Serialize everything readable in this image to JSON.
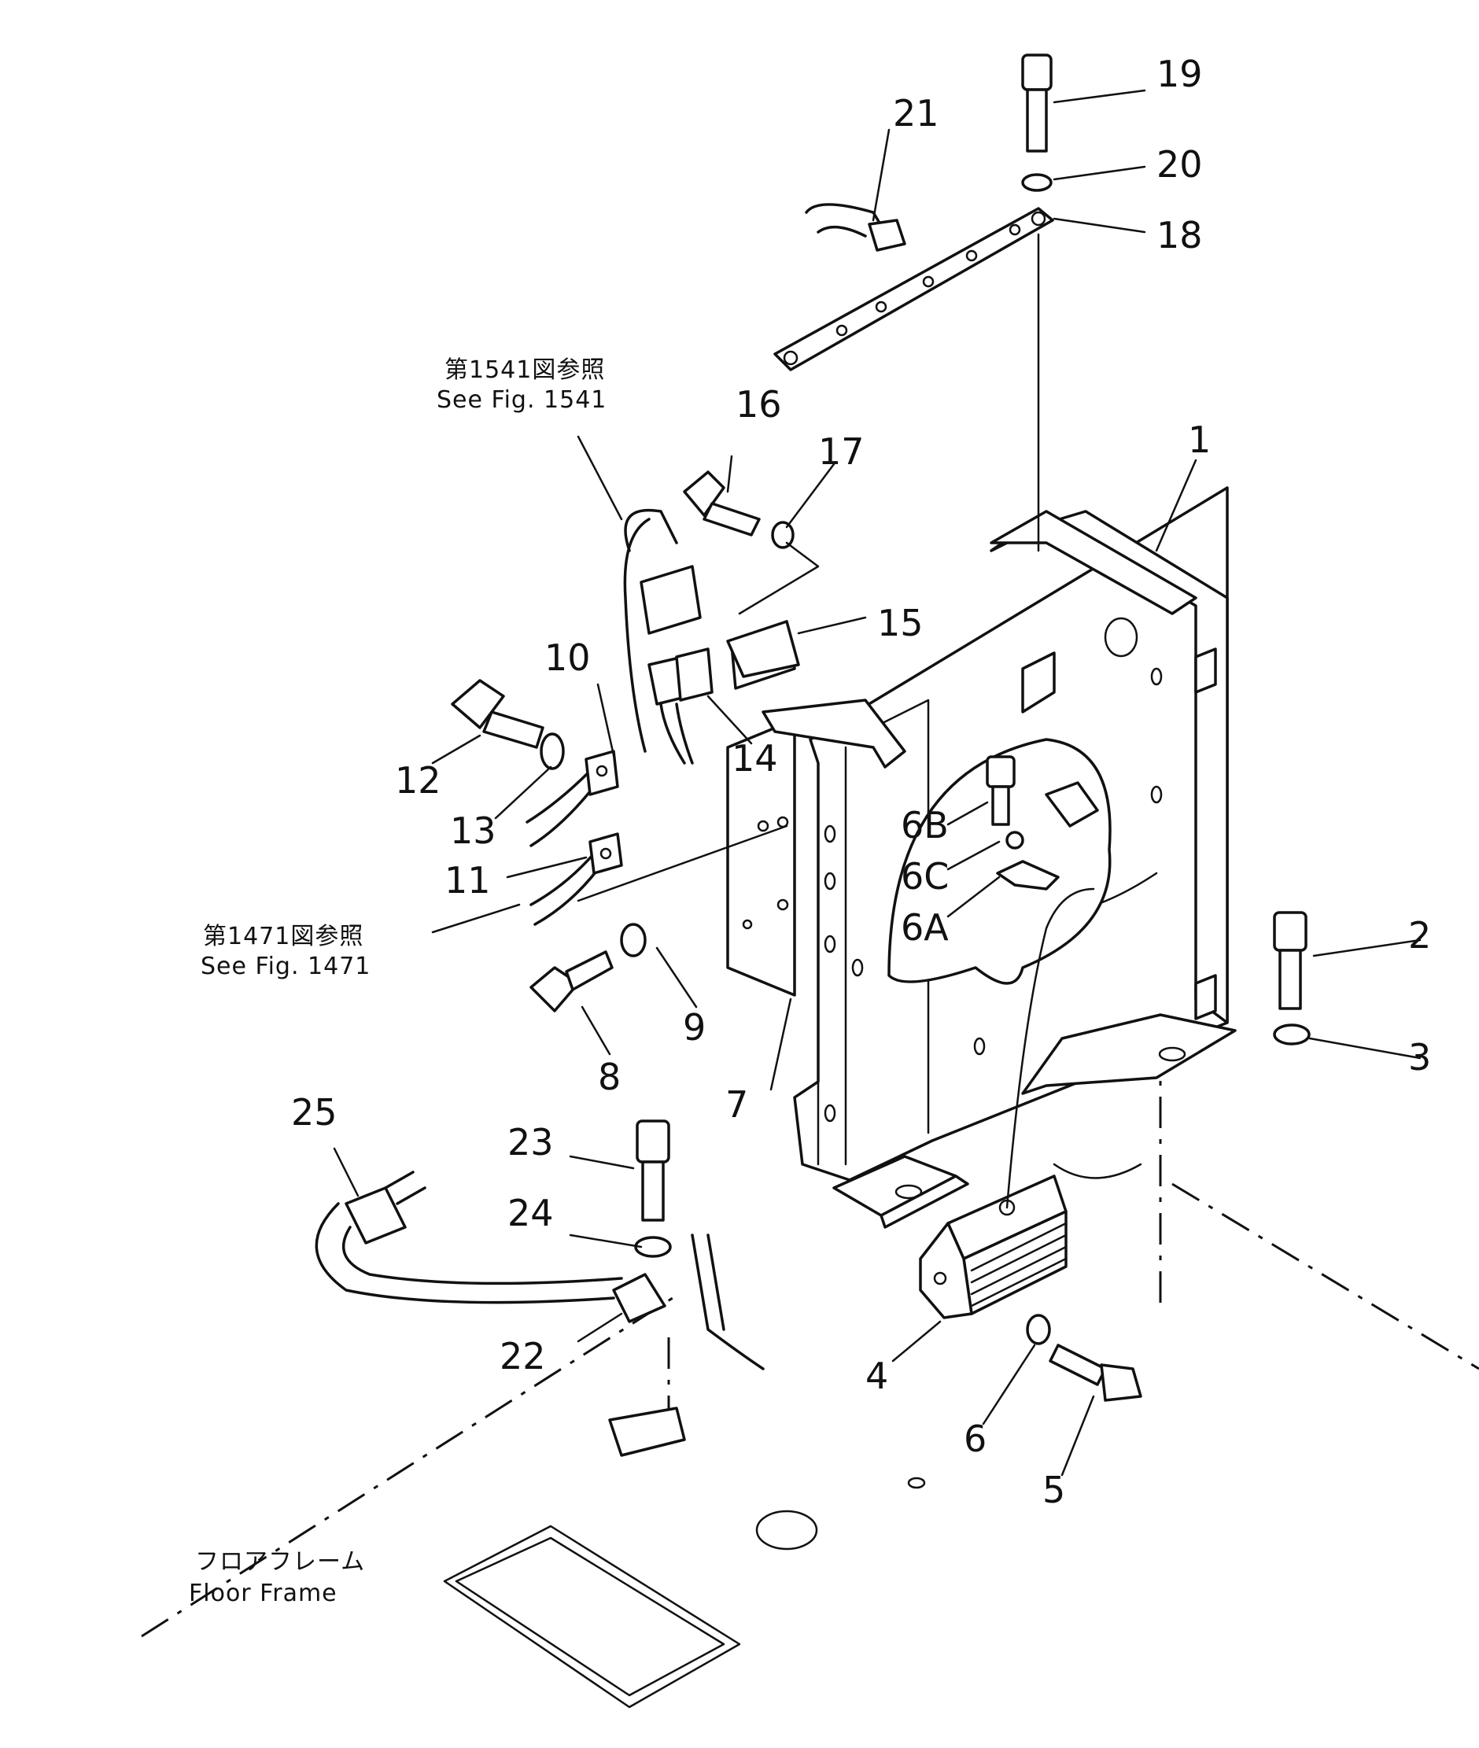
{
  "callouts": {
    "c1": "1",
    "c2": "2",
    "c3": "3",
    "c4": "4",
    "c5": "5",
    "c6": "6",
    "c6a": "6A",
    "c6b": "6B",
    "c6c": "6C",
    "c7": "7",
    "c8": "8",
    "c9": "9",
    "c10": "10",
    "c11": "11",
    "c12": "12",
    "c13": "13",
    "c14": "14",
    "c15": "15",
    "c16": "16",
    "c17": "17",
    "c18": "18",
    "c19": "19",
    "c20": "20",
    "c21": "21",
    "c22": "22",
    "c23": "23",
    "c24": "24",
    "c25": "25"
  },
  "notes": {
    "fig1541_jp": "第1541図参照",
    "fig1541_en": "See  Fig.  1541",
    "fig1471_jp": "第1471図参照",
    "fig1471_en": "See  Fig.  1471",
    "floor_jp": "フロアフレーム",
    "floor_en": "Floor  Frame"
  }
}
